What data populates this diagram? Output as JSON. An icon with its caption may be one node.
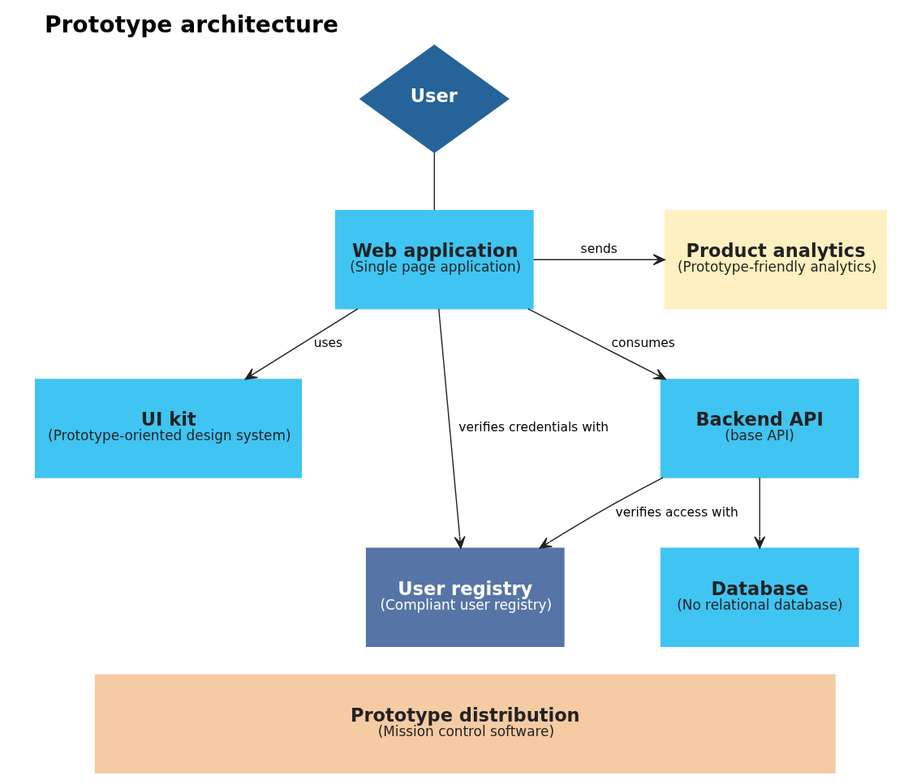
{
  "diagram": {
    "title": "Prototype architecture",
    "nodes": [
      {
        "text": [
          "User"
        ]
      },
      {
        "text": [
          "Product analytics",
          "(Prototype-friendly analytics)"
        ]
      },
      {
        "text": [
          "Web application",
          "(Single page application)"
        ]
      },
      {
        "text": [
          "UI kit",
          "(Prototype-oriented design system)"
        ]
      },
      {
        "text": [
          "User registry",
          "(Compliant user registry)"
        ]
      },
      {
        "text": [
          "Backend API",
          "(base API)"
        ]
      },
      {
        "text": [
          "Database",
          "(No relational database)"
        ]
      },
      {
        "text": [
          "Prototype distribution",
          "(Mission control software)"
        ]
      }
    ],
    "edges": [
      {
        "from": 0,
        "to": 2,
        "arrow": "none"
      },
      {
        "from": 2,
        "to": 1,
        "arrow": "to",
        "label": "sends"
      },
      {
        "from": 2,
        "to": 5,
        "arrow": "to",
        "label": "consumes"
      },
      {
        "from": 2,
        "to": 3,
        "arrow": "to",
        "label": "uses"
      },
      {
        "from": 2,
        "to": 4,
        "arrow": "to",
        "label": "verifies credentials with"
      },
      {
        "from": 5,
        "to": 4,
        "arrow": "to",
        "label": "verifies access with"
      },
      {
        "from": 5,
        "to": 6,
        "arrow": "to"
      }
    ]
  }
}
